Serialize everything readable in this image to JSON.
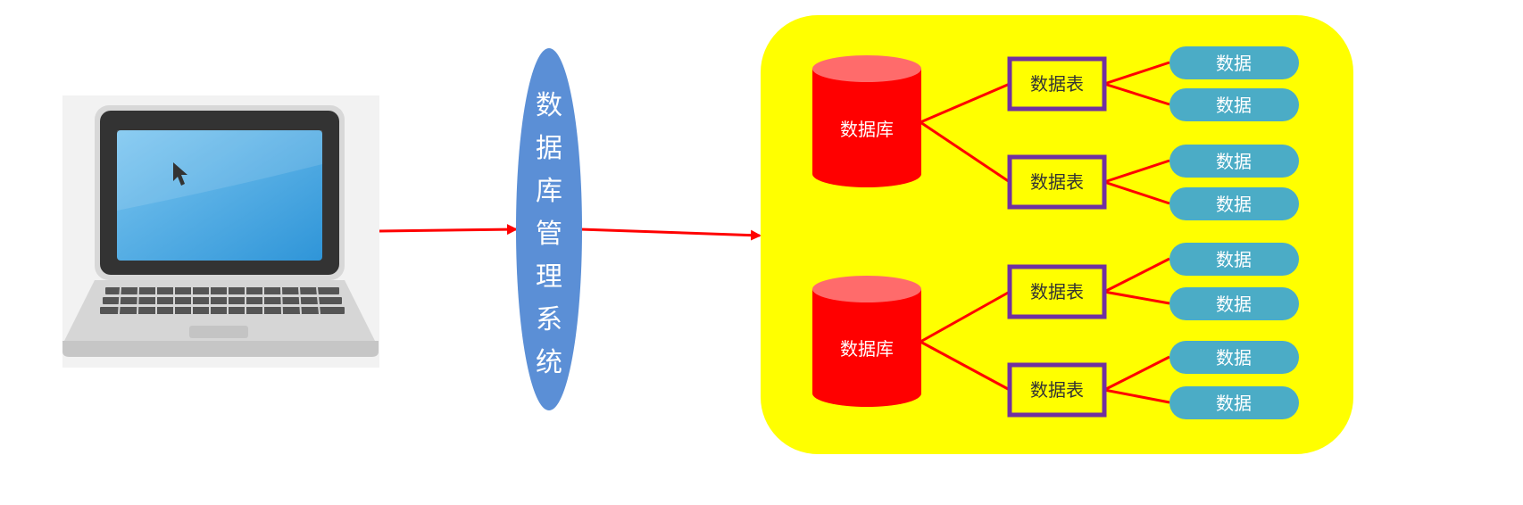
{
  "dbms": {
    "chars": [
      "数",
      "据",
      "库",
      "管",
      "理",
      "系",
      "统"
    ]
  },
  "databases": [
    {
      "label": "数据库",
      "tables": [
        {
          "label": "数据表",
          "data": [
            "数据",
            "数据"
          ]
        },
        {
          "label": "数据表",
          "data": [
            "数据",
            "数据"
          ]
        }
      ]
    },
    {
      "label": "数据库",
      "tables": [
        {
          "label": "数据表",
          "data": [
            "数据",
            "数据"
          ]
        },
        {
          "label": "数据表",
          "data": [
            "数据",
            "数据"
          ]
        }
      ]
    }
  ],
  "colors": {
    "container": "#ffff00",
    "database": "#ff0000",
    "database_top": "#ff6b6b",
    "table_fill": "#ffff00",
    "table_border": "#7030a0",
    "data_pill": "#4bacc6",
    "dbms_ellipse": "#5b8fd6",
    "arrow": "#ff0000",
    "screen": "#4aa8e0"
  }
}
